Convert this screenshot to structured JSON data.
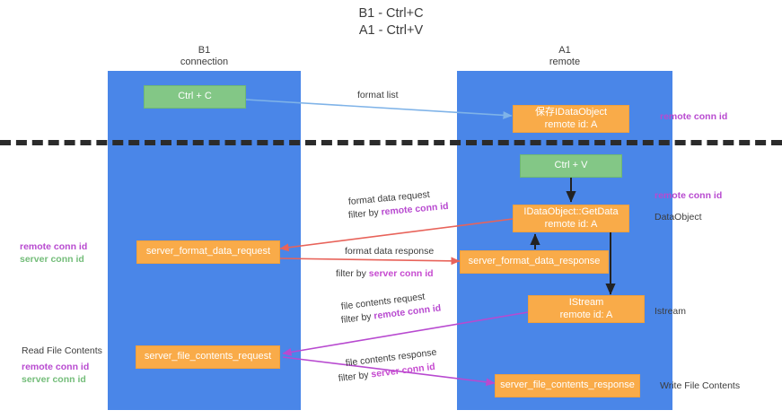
{
  "title": {
    "line1": "B1 - Ctrl+C",
    "line2": "A1 - Ctrl+V"
  },
  "columns": [
    {
      "name": "b1",
      "line1": "B1",
      "line2": "connection"
    },
    {
      "name": "a1",
      "line1": "A1",
      "line2": "remote"
    }
  ],
  "nodes": {
    "ctrl_c": {
      "line1": "Ctrl + C",
      "line2": ""
    },
    "set_dataobject": {
      "line1": "保存IDataObject",
      "line2": "remote id: A"
    },
    "ctrl_v": {
      "line1": "Ctrl + V",
      "line2": ""
    },
    "getdata": {
      "line1": "IDataObject::GetData",
      "line2": "remote id: A"
    },
    "server_format_data_request": {
      "line1": "server_format_data_request",
      "line2": ""
    },
    "server_format_data_response": {
      "line1": "server_format_data_response",
      "line2": ""
    },
    "istream": {
      "line1": "IStream",
      "line2": "remote id: A"
    },
    "server_file_contents_request": {
      "line1": "server_file_contents_request",
      "line2": ""
    },
    "server_file_contents_response": {
      "line1": "server_file_contents_response",
      "line2": ""
    }
  },
  "flows": {
    "format_list": {
      "line1": "format list"
    },
    "format_data_request": {
      "line1": "format data request",
      "prefix": "filter by ",
      "key": "remote conn id"
    },
    "format_data_response": {
      "line1": "format data response",
      "prefix": "filter by ",
      "key": "server conn id"
    },
    "file_contents_request": {
      "line1": "file contents request",
      "prefix": "filter by ",
      "key": "remote conn id"
    },
    "file_contents_response": {
      "line1": "file contents response",
      "prefix": "filter by ",
      "key": "server conn id"
    }
  },
  "annotations": {
    "right_remote_conn_top": "remote conn id",
    "right_remote_conn_mid": "remote conn id",
    "right_dataobject": "DataObject",
    "right_istream": "Istream",
    "right_write_file_contents": "Write File Contents",
    "left_keys_mid": {
      "remote": "remote conn id",
      "server": "server conn id"
    },
    "left_read_file_contents": "Read File Contents",
    "left_keys_bottom": {
      "remote": "remote conn id",
      "server": "server conn id"
    }
  },
  "colors": {
    "lane": "#4a86e8",
    "green_node": "#83c786",
    "orange_node": "#f9ab49",
    "remote_key": "#b84ad0",
    "server_key": "#74bd7a",
    "arrow_blue": "#7fb3e8",
    "arrow_red": "#e8635a",
    "arrow_purple": "#b84ad0",
    "arrow_black": "#222222",
    "divider": "#2b2b2b",
    "text": "#3c3c3c"
  }
}
